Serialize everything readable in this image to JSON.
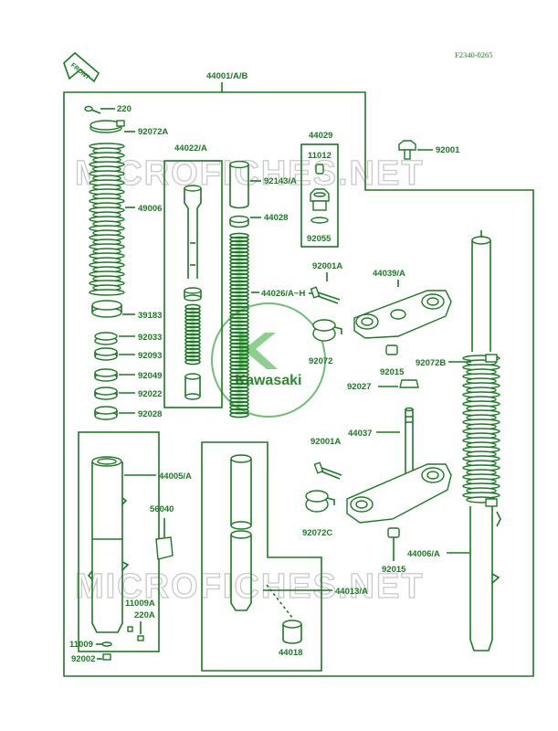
{
  "diagram": {
    "code": "F2340-0265",
    "direction": "FRONT",
    "watermark": "MICROFICHES.NET",
    "logo_text": "Kawasaki",
    "accent_color": "#1a7a22",
    "labels": {
      "assembly": "44001/A/B",
      "l220": "220",
      "l92072A": "92072A",
      "l44022A": "44022/A",
      "l92143A": "92143/A",
      "l44029": "44029",
      "l11012": "11012",
      "l92001_top": "92001",
      "l49006": "49006",
      "l44028": "44028",
      "l92055": "92055",
      "l92001A_top": "92001A",
      "l44039A": "44039/A",
      "l44026": "44026/A~H",
      "l39183": "39183",
      "l92033": "92033",
      "l92072": "92072",
      "l92093": "92093",
      "l92049": "92049",
      "l92015_top": "92015",
      "l92072B": "92072B",
      "l92022": "92022",
      "l92027": "92027",
      "l92028": "92028",
      "l44037": "44037",
      "l92001A_mid": "92001A",
      "l44005A": "44005/A",
      "l56040": "56040",
      "l92072C": "92072C",
      "l44006A": "44006/A",
      "l92015_bot": "92015",
      "l44013A": "44013/A",
      "l11009A": "11009A",
      "l220A": "220A",
      "l11009": "11009",
      "l44018": "44018",
      "l92002": "92002"
    }
  }
}
